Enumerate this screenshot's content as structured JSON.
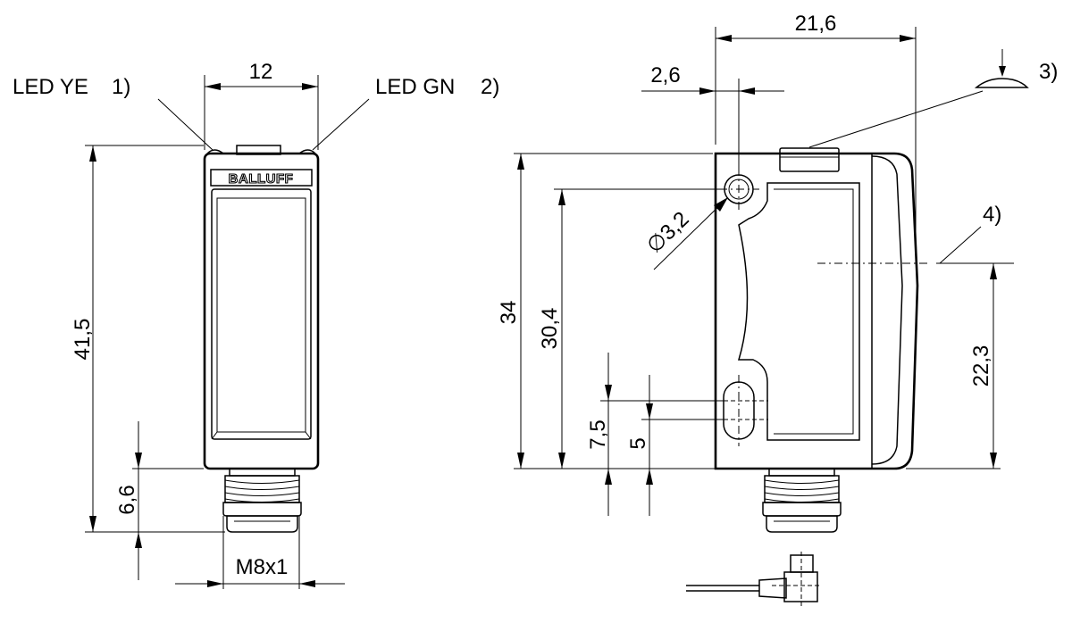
{
  "labels": {
    "led_ye": "LED YE",
    "led_ye_note": "1)",
    "led_gn": "LED GN",
    "led_gn_note": "2)",
    "note_3": "3)",
    "note_4": "4)",
    "brand": "BALLUFF"
  },
  "dimensions": {
    "front_width": "12",
    "front_height": "41,5",
    "connector_length": "6,6",
    "thread": "M8x1",
    "side_width": "21,6",
    "hole_offset": "2,6",
    "hole_diameter": "∅3,2",
    "total_height": "34",
    "hole_height": "30,4",
    "slot_upper": "7,5",
    "slot_lower": "5",
    "optical_axis": "22,3"
  }
}
